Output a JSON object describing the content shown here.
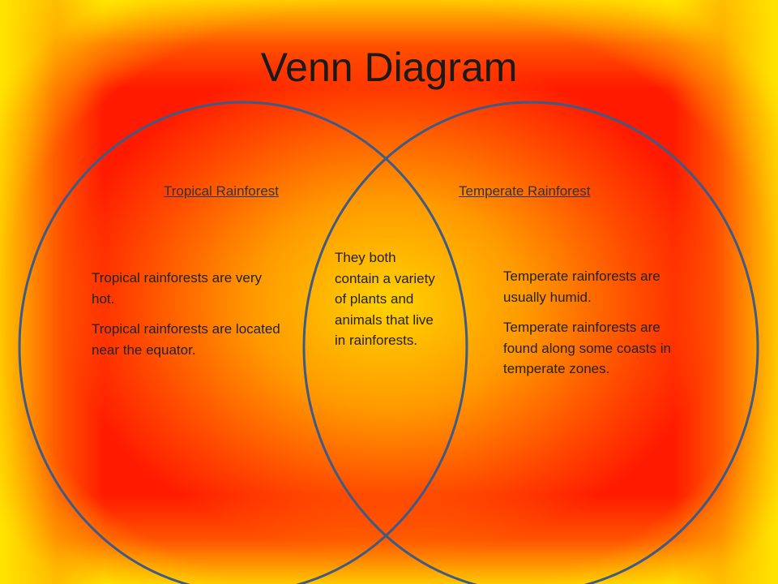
{
  "slide": {
    "title": "Venn Diagram",
    "colors": {
      "center": "#ffd200",
      "mid": "#ff1a00",
      "edge": "#ffe600",
      "circle_stroke": "#3e5a86"
    }
  },
  "venn": {
    "left": {
      "label": "Tropical Rainforest",
      "facts": [
        "Tropical rainforests are very hot.",
        "Tropical rainforests are located near the equator."
      ]
    },
    "right": {
      "label": "Temperate Rainforest",
      "facts": [
        "Temperate rainforests are usually humid.",
        "Temperate rainforests are found along some coasts in temperate zones."
      ]
    },
    "overlap": {
      "text": "They both contain a variety of plants and animals that live in rainforests."
    }
  }
}
